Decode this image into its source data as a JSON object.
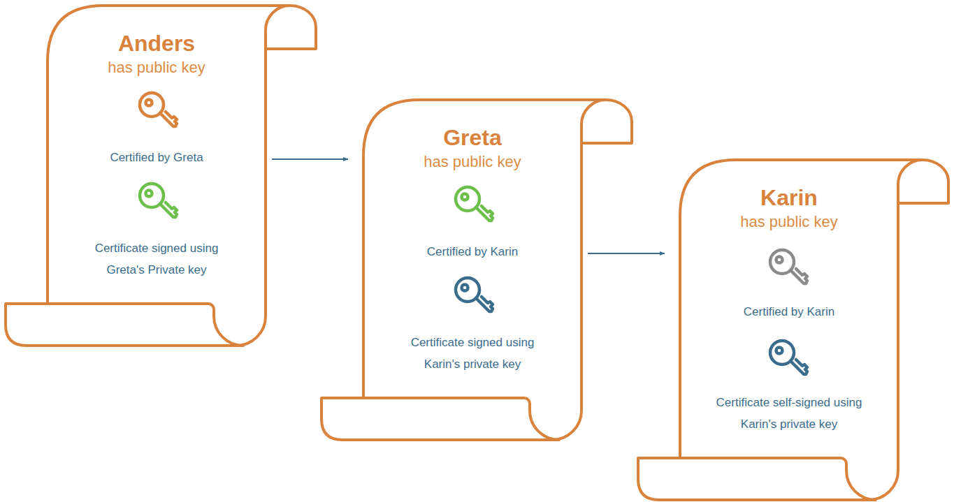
{
  "diagram": {
    "nodes": [
      {
        "text": [
          "Anders",
          "has public key",
          "Certified by Greta",
          "Certificate signed using Greta's Private key"
        ]
      },
      {
        "text": [
          "Greta",
          "has public key",
          "Certified by Karin",
          "Certificate signed using Karin's private key"
        ]
      },
      {
        "text": [
          "Karin",
          "has public key",
          "Certified by Karin",
          "Certificate self-signed using Karin's private key"
        ]
      }
    ],
    "edges": [
      {
        "from": 0,
        "to": 1,
        "arrow": "to"
      },
      {
        "from": 1,
        "to": 2,
        "arrow": "to"
      }
    ]
  }
}
